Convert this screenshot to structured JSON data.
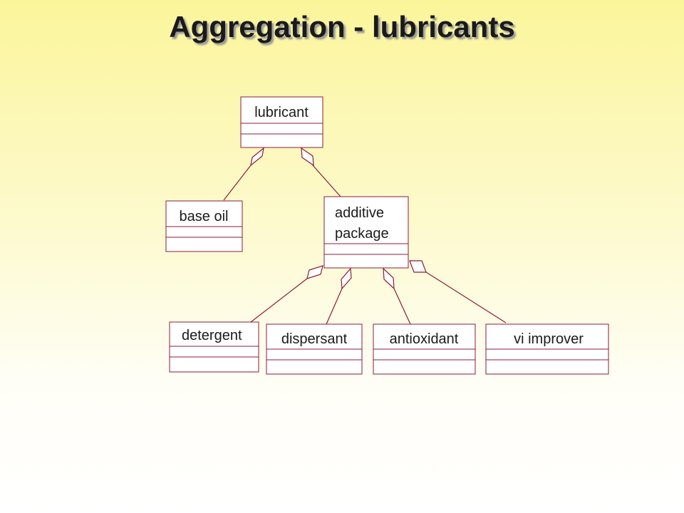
{
  "title": "Aggregation - lubricants",
  "classes": {
    "lubricant": [
      "lubricant"
    ],
    "base_oil": [
      "base oil"
    ],
    "additive_package": [
      "additive",
      "package"
    ],
    "detergent": [
      "detergent"
    ],
    "dispersant": [
      "dispersant"
    ],
    "antioxidant": [
      "antioxidant"
    ],
    "vi_improver": [
      "vi improver"
    ]
  },
  "colors": {
    "box_stroke": "#8a1c3c",
    "line_stroke": "#8a1c3c",
    "box_fill": "#ffffff"
  }
}
